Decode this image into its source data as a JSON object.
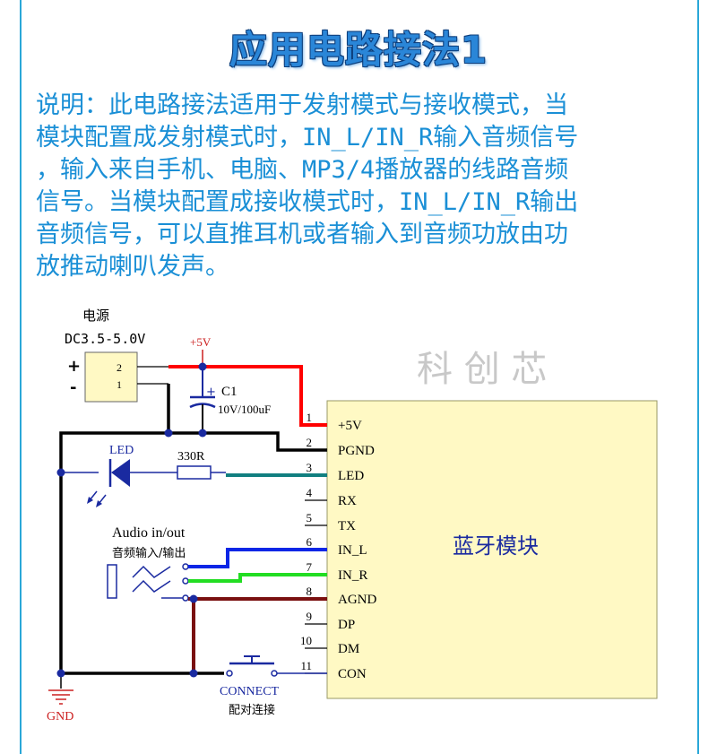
{
  "title": "应用电路接法1",
  "description_lines": [
    "说明：此电路接法适用于发射模式与接收模式，当",
    "模块配置成发射模式时，IN_L/IN_R输入音频信号",
    "，输入来自手机、电脑、MP3/4播放器的线路音频",
    "信号。当模块配置成接收模式时，IN_L/IN_R输出",
    "音频信号，可以直推耳机或者输入到音频功放由功",
    "放推动喇叭发声。"
  ],
  "watermark": "科 创 芯",
  "power": {
    "label": "电源",
    "voltage": "DC3.5-5.0V",
    "plus": "+",
    "minus": "-",
    "pin2": "2",
    "pin1": "1"
  },
  "plus5v": "+5V",
  "capacitor": {
    "plus": "+",
    "name": "C1",
    "value": "10V/100uF"
  },
  "led": {
    "label": "LED"
  },
  "resistor": {
    "value": "330R"
  },
  "audio": {
    "label": "Audio in/out",
    "label_cn": "音频输入/输出"
  },
  "switch": {
    "label": "CONNECT",
    "label_cn": "配对连接"
  },
  "gnd": "GND",
  "module": {
    "name": "蓝牙模块",
    "pins": [
      {
        "num": "1",
        "name": "+5V"
      },
      {
        "num": "2",
        "name": "PGND"
      },
      {
        "num": "3",
        "name": "LED"
      },
      {
        "num": "4",
        "name": "RX"
      },
      {
        "num": "5",
        "name": "TX"
      },
      {
        "num": "6",
        "name": "IN_L"
      },
      {
        "num": "7",
        "name": "IN_R"
      },
      {
        "num": "8",
        "name": "AGND"
      },
      {
        "num": "9",
        "name": "DP"
      },
      {
        "num": "10",
        "name": "DM"
      },
      {
        "num": "11",
        "name": "CON"
      }
    ]
  },
  "colors": {
    "title": "#2a86d8",
    "text": "#1a8fd6",
    "frame": "#2aa7d8",
    "module_fill": "#fff9c4",
    "wire_5v": "#ff0000",
    "wire_led": "#117f80",
    "wire_in_l": "#0b26e6",
    "wire_in_r": "#22dd22",
    "wire_agnd": "#7a1010",
    "wire_gnd": "#000000",
    "component": "#1a2aa0",
    "label_red": "#cc2020"
  }
}
